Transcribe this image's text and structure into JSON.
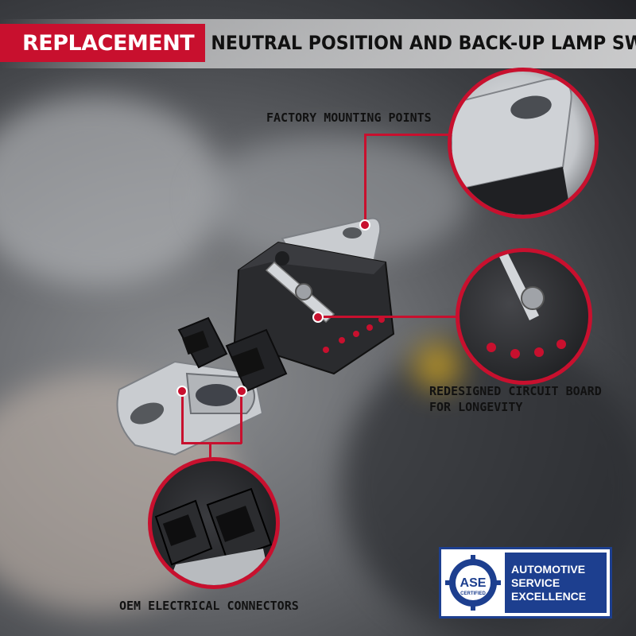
{
  "title": {
    "highlight": "REPLACEMENT",
    "rest": "NEUTRAL POSITION AND BACK-UP LAMP SWITCH"
  },
  "callouts": {
    "mounting": "FACTORY MOUNTING POINTS",
    "circuit_line1": "REDESIGNED CIRCUIT BOARD",
    "circuit_line2": "FOR LONGEVITY",
    "connectors": "OEM ELECTRICAL CONNECTORS"
  },
  "badge": {
    "logo": "ASE",
    "logo_sub": "CERTIFIED",
    "line1": "AUTOMOTIVE",
    "line2": "SERVICE",
    "line3": "EXCELLENCE"
  },
  "colors": {
    "accent_red": "#c8102e",
    "ase_blue": "#1d3f8f"
  }
}
